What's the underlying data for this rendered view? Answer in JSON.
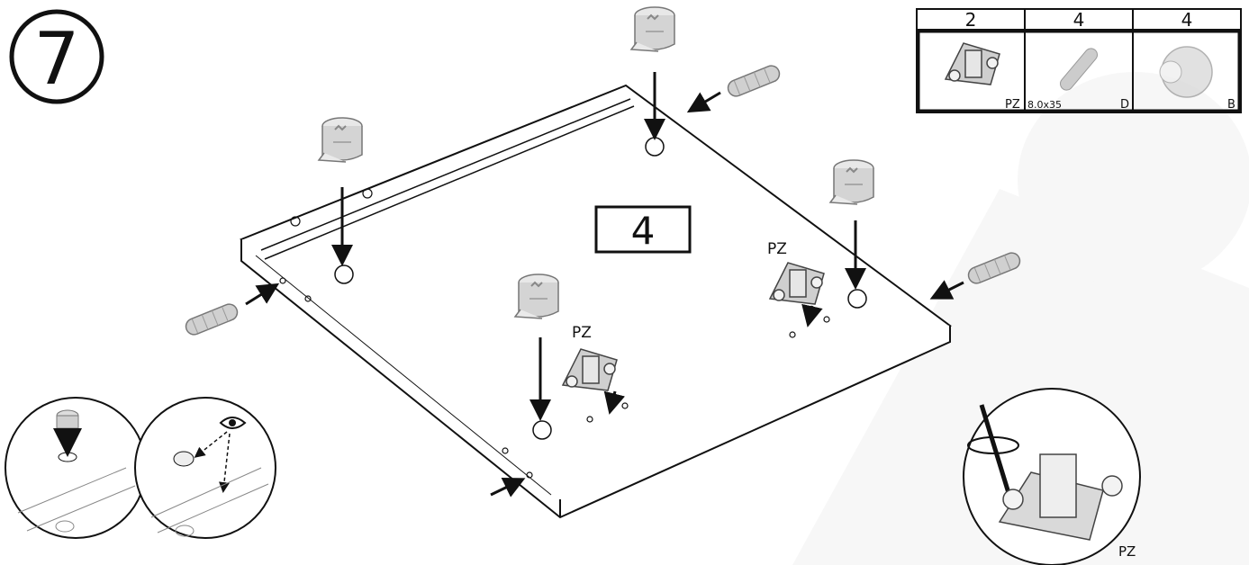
{
  "step": {
    "number": "7"
  },
  "parts_table": {
    "columns": [
      {
        "quantity": "2",
        "size": "",
        "code": "PZ",
        "icon": "hinge-plate-icon"
      },
      {
        "quantity": "4",
        "size": "8.0x35",
        "code": "D",
        "icon": "wooden-dowel-icon"
      },
      {
        "quantity": "4",
        "size": "",
        "code": "B",
        "icon": "cam-lock-icon"
      }
    ]
  },
  "panel": {
    "quantity_box": "4"
  },
  "labels": {
    "hinge_left": "PZ",
    "hinge_right": "PZ",
    "detail_hinge": "PZ"
  },
  "colors": {
    "ink": "#111111",
    "watermark": "#f0f0f0",
    "part_gray": "#b9b9b9"
  }
}
